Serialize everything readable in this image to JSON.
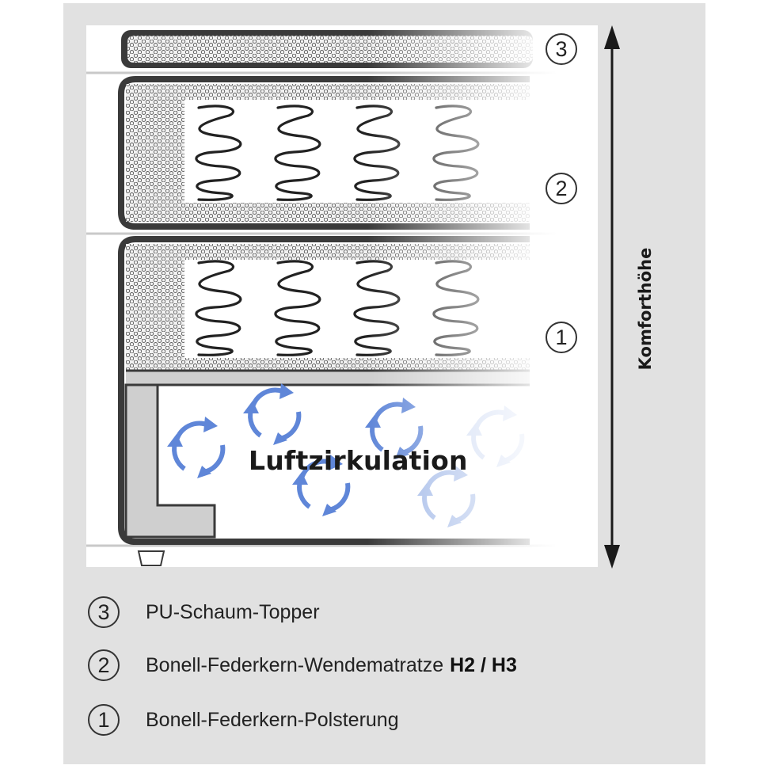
{
  "diagram": {
    "layer_numbers": {
      "topper": "3",
      "mattress": "2",
      "base": "1"
    },
    "air_label": "Luftzirkulation",
    "axis_label": "Komforthöhe"
  },
  "legend": [
    {
      "num": "3",
      "text": "PU-Schaum-Topper",
      "bold": ""
    },
    {
      "num": "2",
      "text": "Bonell-Federkern-Wendematratze",
      "bold": "H2 / H3"
    },
    {
      "num": "1",
      "text": "Bonell-Federkern-Polsterung",
      "bold": ""
    }
  ],
  "colors": {
    "panel": "#e1e1e1",
    "arrows": "#5f86d8",
    "frame": "#3a3a3a"
  }
}
